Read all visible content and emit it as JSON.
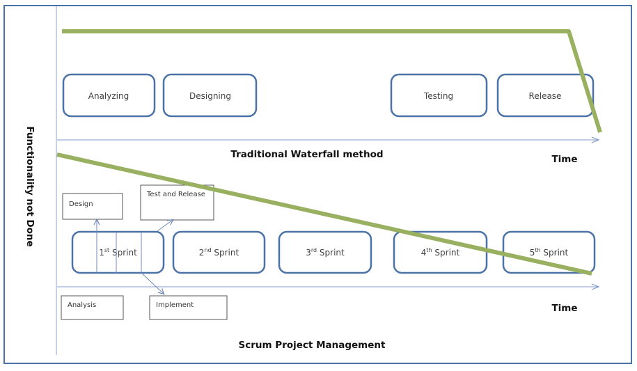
{
  "y_axis_label": "Functionality not Done",
  "waterfall": {
    "title": "Traditional Waterfall method",
    "time_label": "Time",
    "phases": [
      "Analyzing",
      "Designing",
      "Testing",
      "Release"
    ]
  },
  "scrum": {
    "title": "Scrum Project Management",
    "time_label": "Time",
    "sprints": [
      {
        "num": "1",
        "sup": "st",
        "label": "Sprint"
      },
      {
        "num": "2",
        "sup": "nd",
        "label": "Sprint"
      },
      {
        "num": "3",
        "sup": "rd",
        "label": "Sprint"
      },
      {
        "num": "4",
        "sup": "th",
        "label": "Sprint"
      },
      {
        "num": "5",
        "sup": "th",
        "label": "Sprint"
      }
    ],
    "sprint_activities": {
      "design": "Design",
      "test_release": "Test and Release",
      "analysis": "Analysis",
      "implement": "Implement"
    }
  },
  "colors": {
    "frame": "#4a72a6",
    "box_border": "#4a72a6",
    "axis": "#7f98c8",
    "trend_line": "#98b060"
  }
}
